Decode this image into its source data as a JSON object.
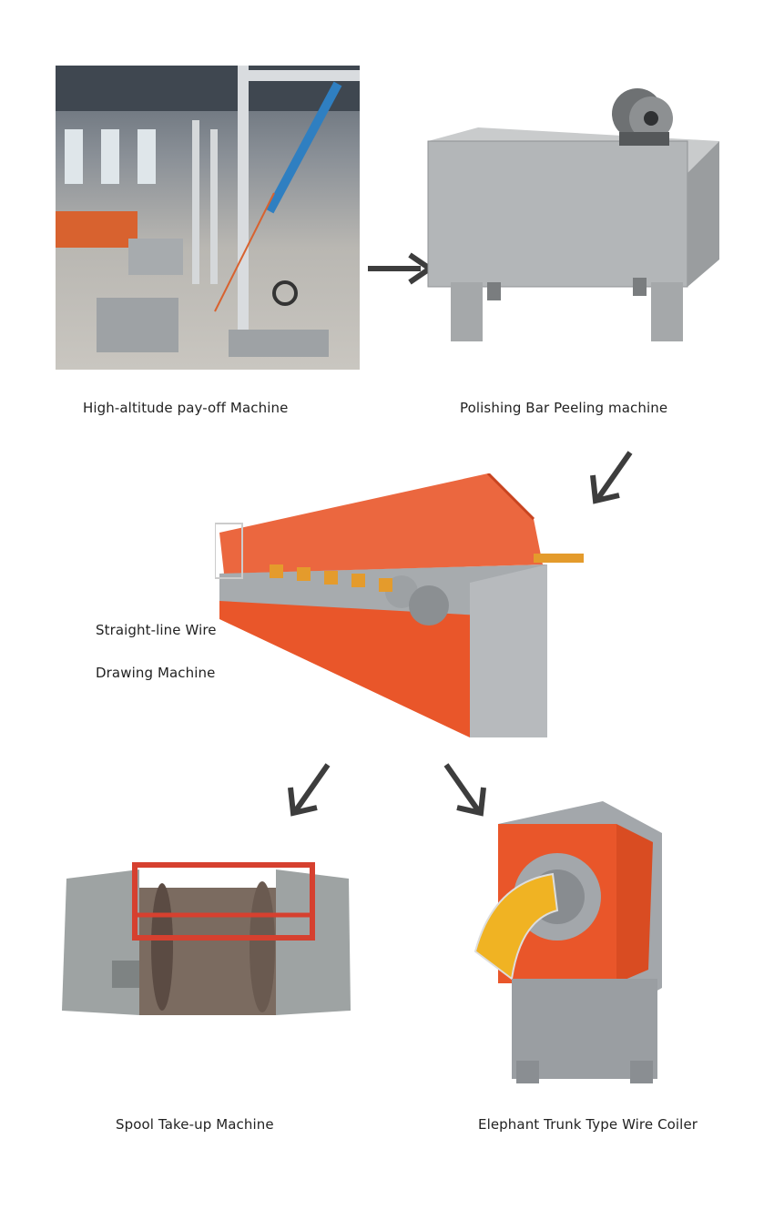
{
  "steps": [
    {
      "label": "High-altitude pay-off Machine"
    },
    {
      "label": "Polishing Bar Peeling machine"
    },
    {
      "label_line1": "Straight-line Wire",
      "label_line2": "Drawing Machine"
    },
    {
      "label": "Spool Take-up Machine"
    },
    {
      "label": "Elephant Trunk Type Wire Coiler"
    }
  ],
  "colors": {
    "arrow": "#3d3d3d",
    "machine_orange": "#e9562a",
    "machine_gray": "#a9acae"
  }
}
